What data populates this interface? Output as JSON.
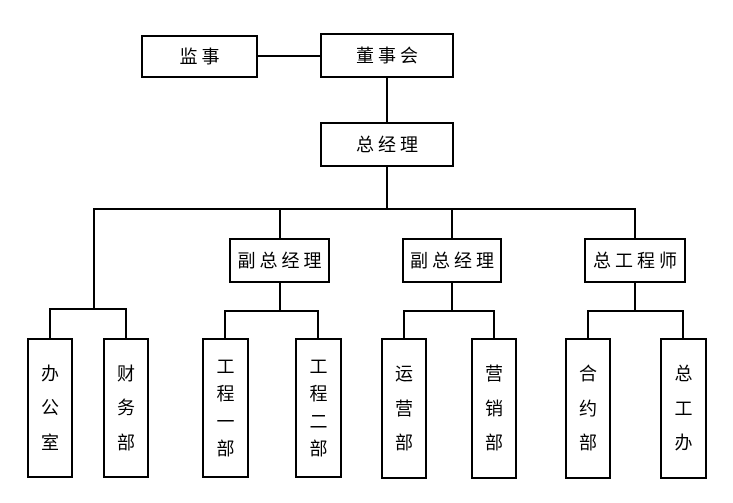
{
  "diagram": {
    "type": "org-chart",
    "background": "#ffffff",
    "line_color": "#000000",
    "box_border_color": "#000000",
    "box_fill_color": "#ffffff",
    "text_color": "#000000",
    "nodes": {
      "supervisor": {
        "label": "监事"
      },
      "board": {
        "label": "董事会"
      },
      "general_manager": {
        "label": "总经理"
      },
      "deputy_gm_1": {
        "label": "副总经理"
      },
      "deputy_gm_2": {
        "label": "副总经理"
      },
      "chief_engineer": {
        "label": "总工程师"
      },
      "office": {
        "label": "办公室"
      },
      "finance_dept": {
        "label": "财务部"
      },
      "engineering_dept_1": {
        "label": "工程一部"
      },
      "engineering_dept_2": {
        "label": "工程二部"
      },
      "operations_dept": {
        "label": "运营部"
      },
      "marketing_dept": {
        "label": "营销部"
      },
      "contract_dept": {
        "label": "合约部"
      },
      "chief_engineer_office": {
        "label": "总工办"
      }
    },
    "edges": [
      {
        "from": "board",
        "to": "supervisor",
        "type": "lateral"
      },
      {
        "from": "board",
        "to": "general_manager",
        "type": "reports"
      },
      {
        "from": "general_manager",
        "to": "office",
        "type": "reports"
      },
      {
        "from": "general_manager",
        "to": "finance_dept",
        "type": "reports"
      },
      {
        "from": "general_manager",
        "to": "deputy_gm_1",
        "type": "reports"
      },
      {
        "from": "general_manager",
        "to": "deputy_gm_2",
        "type": "reports"
      },
      {
        "from": "general_manager",
        "to": "chief_engineer",
        "type": "reports"
      },
      {
        "from": "deputy_gm_1",
        "to": "engineering_dept_1",
        "type": "reports"
      },
      {
        "from": "deputy_gm_1",
        "to": "engineering_dept_2",
        "type": "reports"
      },
      {
        "from": "deputy_gm_2",
        "to": "operations_dept",
        "type": "reports"
      },
      {
        "from": "deputy_gm_2",
        "to": "marketing_dept",
        "type": "reports"
      },
      {
        "from": "chief_engineer",
        "to": "contract_dept",
        "type": "reports"
      },
      {
        "from": "chief_engineer",
        "to": "chief_engineer_office",
        "type": "reports"
      }
    ]
  }
}
